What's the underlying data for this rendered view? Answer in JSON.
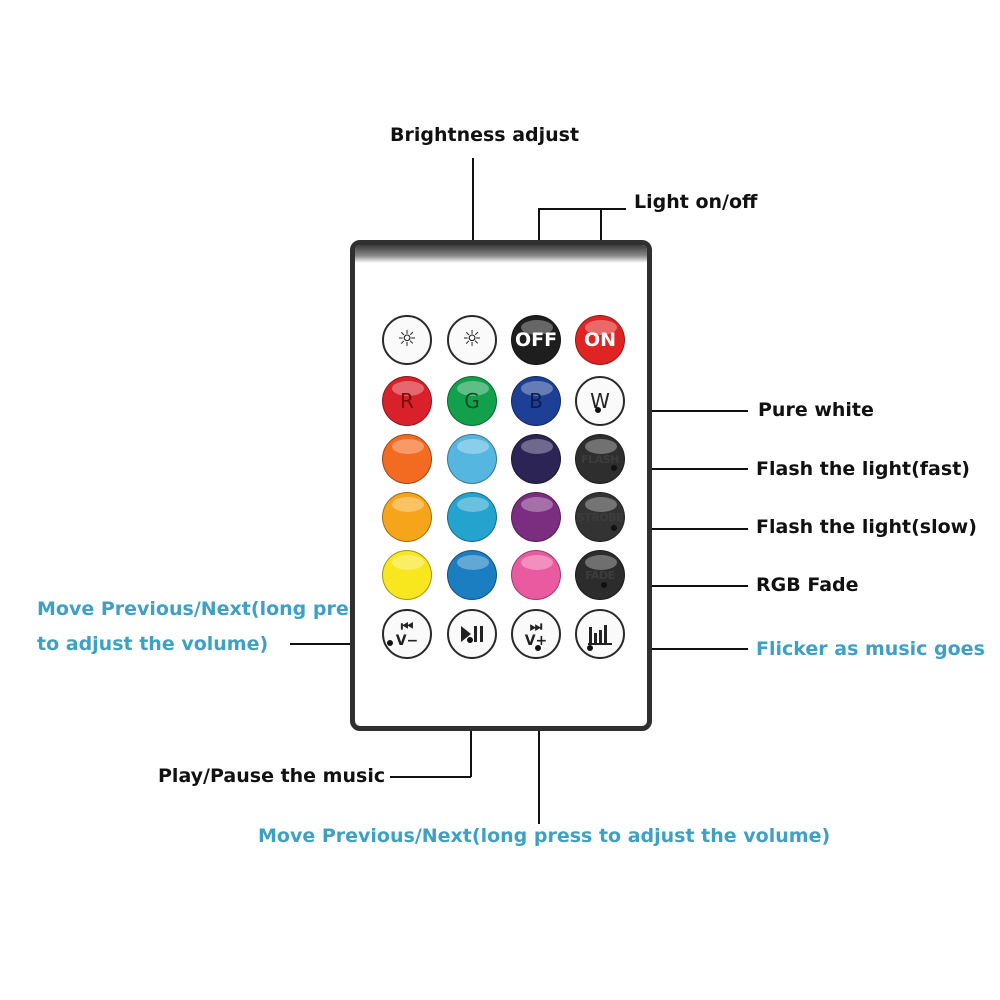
{
  "annotations": {
    "brightness_adjust": "Brightness adjust",
    "light_on_off": "Light on/off",
    "pure_white": "Pure white",
    "flash_fast": "Flash the light(fast)",
    "flash_slow": "Flash the light(slow)",
    "rgb_fade": "RGB Fade",
    "move_prev_next_left_line1": "Move Previous/Next(long press",
    "move_prev_next_left_line2": "to adjust the volume)",
    "flicker_music": "Flicker as music goes",
    "play_pause": "Play/Pause the music",
    "move_prev_next_bottom": "Move Previous/Next(long press to adjust the volume)"
  },
  "remote": {
    "buttons": {
      "off_label": "OFF",
      "on_label": "ON",
      "red_label": "R",
      "green_label": "G",
      "blue_label": "B",
      "white_label": "W",
      "flash_label": "FLASH",
      "strobe_label": "STROBE",
      "fade_label": "FADE",
      "prev_label": "⏮\nV−",
      "next_label": "⏭\nV+"
    }
  },
  "colors": {
    "annotation_blue": "#3fa0c6",
    "on_red": "#e02424",
    "off_black": "#1e1e1e",
    "r": "#d8212a",
    "g": "#13a04c",
    "b": "#1e3f96",
    "row3": [
      "#f36b21",
      "#55b7df",
      "#2b2455",
      "#2e2e2e"
    ],
    "row4": [
      "#f6a51a",
      "#25a3cf",
      "#7b2d80",
      "#333333"
    ],
    "row5": [
      "#f8e61e",
      "#1a7ec1",
      "#ea5aa1",
      "#2c2c2c"
    ]
  },
  "icons": [
    "brightness-down-icon",
    "brightness-up-icon",
    "play-pause-icon",
    "music-equalizer-icon",
    "previous-track-icon",
    "next-track-icon"
  ]
}
